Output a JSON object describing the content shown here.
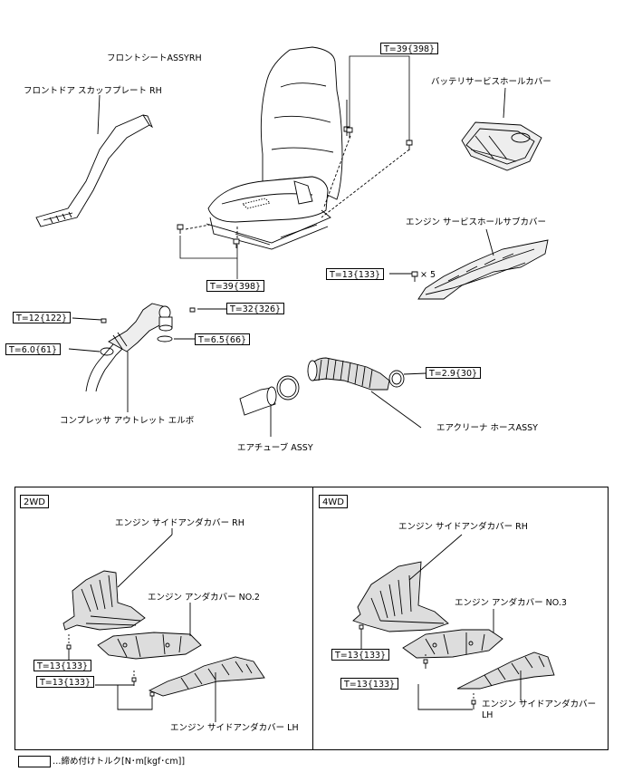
{
  "top": {
    "labels": {
      "front_seat": "フロントシートASSYRH",
      "front_door_scuff": "フロントドア スカッフプレート RH",
      "battery_cover": "バッテリサービスホールカバー",
      "engine_sub_cover": "エンジン サービスホールサブカバー",
      "compressor_elbow": "コンプレッサ アウトレット エルボ",
      "air_tube": "エアチューブ ASSY",
      "air_cleaner_hose": "エアクリーナ ホースASSY"
    },
    "torques": {
      "seat_rear": "T=39{398}",
      "seat_front": "T=39{398}",
      "sub_cover": "T=13{133}",
      "sub_cover_qty": "× 5",
      "elbow_bolt": "T=12{122}",
      "elbow_nut": "T=32{326}",
      "elbow_clamp": "T=6.0{61}",
      "elbow_ring": "T=6.5{66}",
      "hose_clamp": "T=2.9{30}"
    }
  },
  "panel_2wd": {
    "tag": "2WD",
    "labels": {
      "side_cover_rh": "エンジン サイドアンダカバー RH",
      "under_cover": "エンジン アンダカバー NO.2",
      "side_cover_lh": "エンジン サイドアンダカバー LH"
    },
    "torques": {
      "t1": "T=13{133}",
      "t2": "T=13{133}"
    }
  },
  "panel_4wd": {
    "tag": "4WD",
    "labels": {
      "side_cover_rh": "エンジン サイドアンダカバー RH",
      "under_cover": "エンジン アンダカバー NO.3",
      "side_cover_lh_1": "エンジン サイドアンダカバー",
      "side_cover_lh_2": "LH"
    },
    "torques": {
      "t1": "T=13{133}",
      "t2": "T=13{133}"
    }
  },
  "legend": {
    "text": "…締め付けトルク[N･m[kgf･cm]]"
  }
}
